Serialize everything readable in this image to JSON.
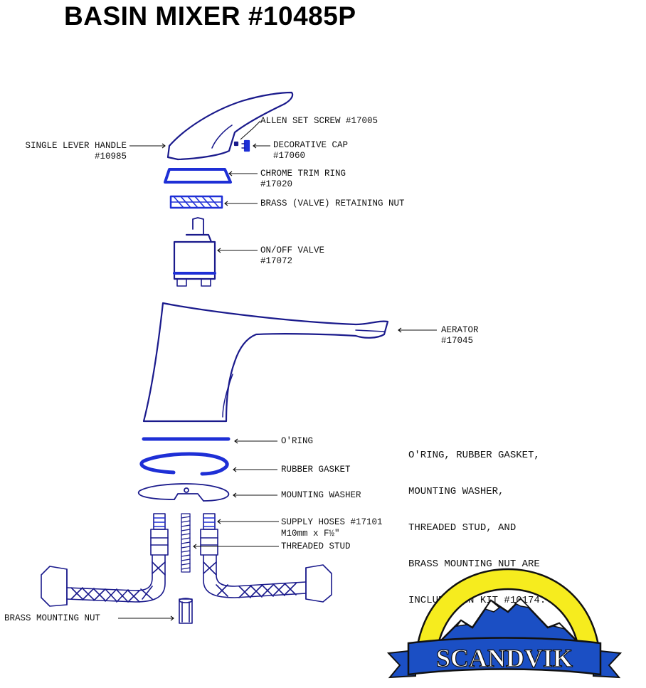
{
  "title": "BASIN MIXER #10485P",
  "labels": {
    "handle": [
      "SINGLE LEVER HANDLE",
      "#10985"
    ],
    "allen_screw": [
      "ALLEN SET SCREW #17005"
    ],
    "decorative_cap": [
      "DECORATIVE CAP",
      "#17060"
    ],
    "trim_ring": [
      "CHROME TRIM RING",
      "#17020"
    ],
    "retaining_nut": [
      "BRASS (VALVE) RETAINING NUT"
    ],
    "valve": [
      "ON/OFF VALVE",
      "#17072"
    ],
    "aerator": [
      "AERATOR",
      "#17045"
    ],
    "oring": [
      "O'RING"
    ],
    "gasket": [
      "RUBBER GASKET"
    ],
    "washer": [
      "MOUNTING WASHER"
    ],
    "hoses": [
      "SUPPLY HOSES #17101",
      "M10mm x F½\""
    ],
    "stud": [
      "THREADED STUD"
    ],
    "mounting_nut": [
      "BRASS MOUNTING NUT"
    ]
  },
  "kit_note": [
    "O'RING, RUBBER GASKET,",
    "MOUNTING WASHER,",
    "THREADED STUD, AND",
    "BRASS MOUNTING NUT ARE",
    "INCLUDED IN KIT #10174."
  ],
  "logo": {
    "text": "SCANDVIK"
  },
  "colors": {
    "line": "#1a1a8c",
    "blue": "#1e2fd6",
    "logo_yellow": "#f6ec1e",
    "logo_blue": "#1b4fc4",
    "ink": "#111111"
  }
}
